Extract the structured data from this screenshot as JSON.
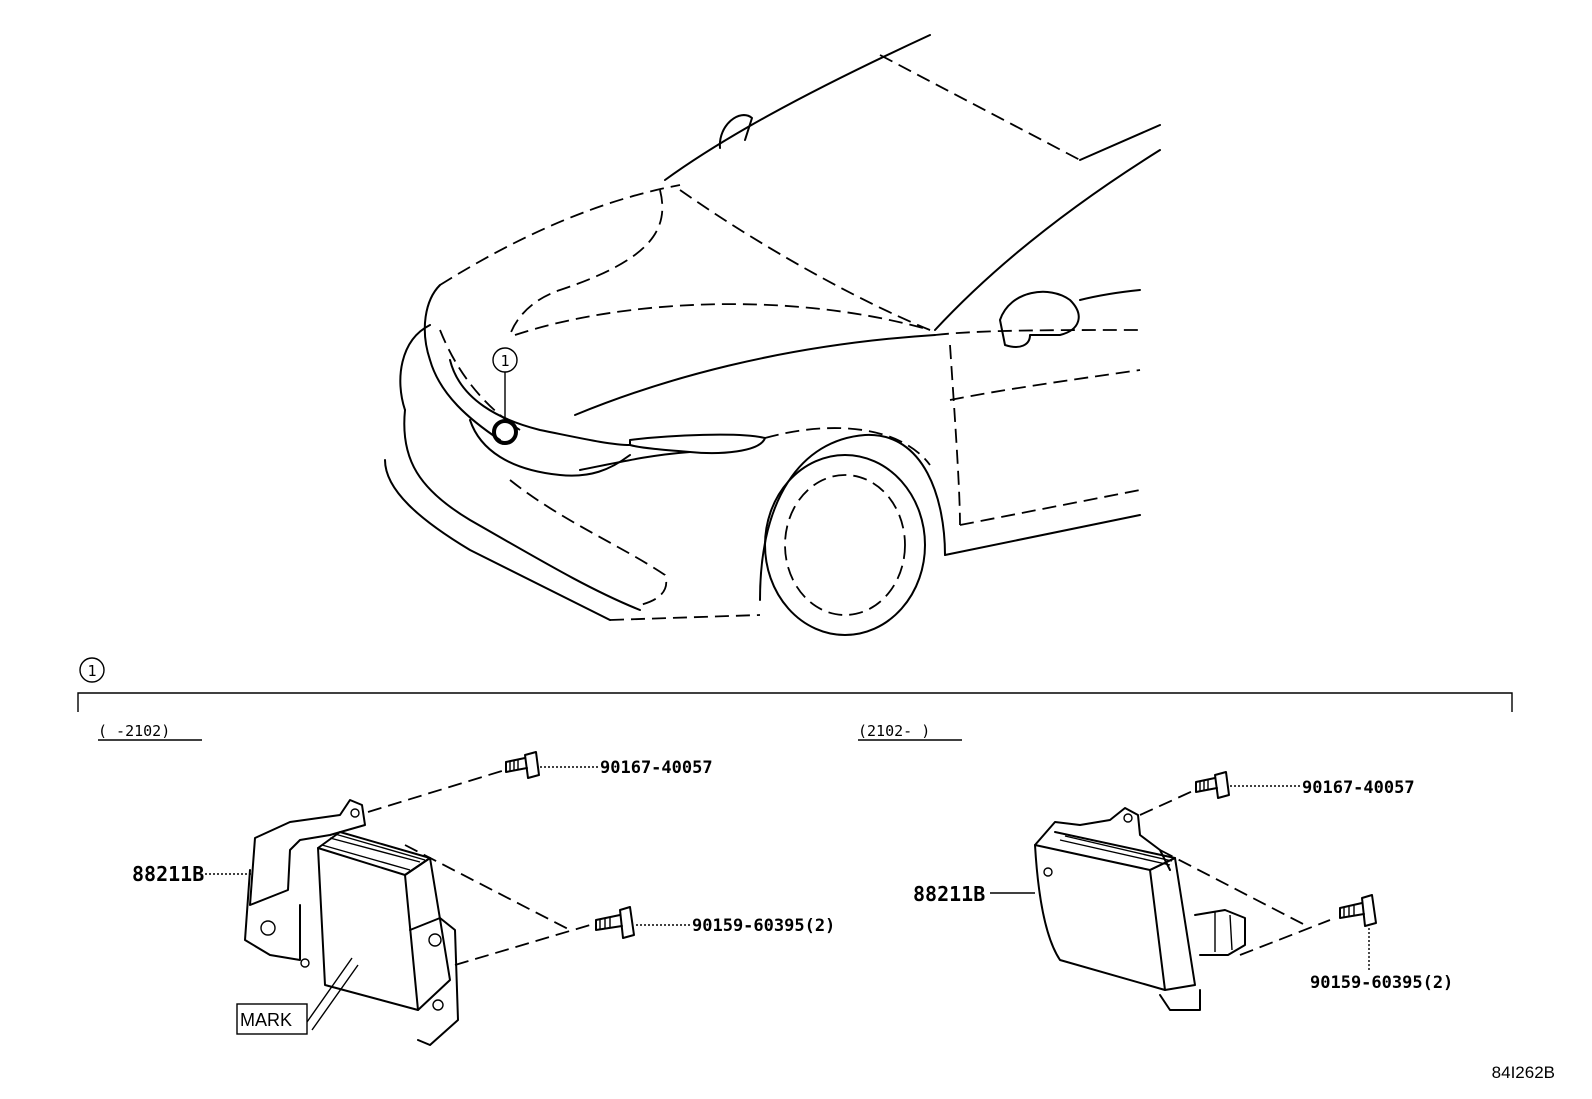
{
  "callout": {
    "marker": "1"
  },
  "left_variant": {
    "period": "(       -2102)",
    "part_main": "88211B",
    "bolt_top": "90167-40057",
    "bolt_bottom": "90159-60395(2)",
    "mark_label": "MARK"
  },
  "right_variant": {
    "period": "(2102-       )",
    "part_main": "88211B",
    "bolt_top": "90167-40057",
    "bolt_bottom": "90159-60395(2)"
  },
  "figure_code": "84I262B",
  "colors": {
    "line": "#000000",
    "background": "#ffffff"
  }
}
